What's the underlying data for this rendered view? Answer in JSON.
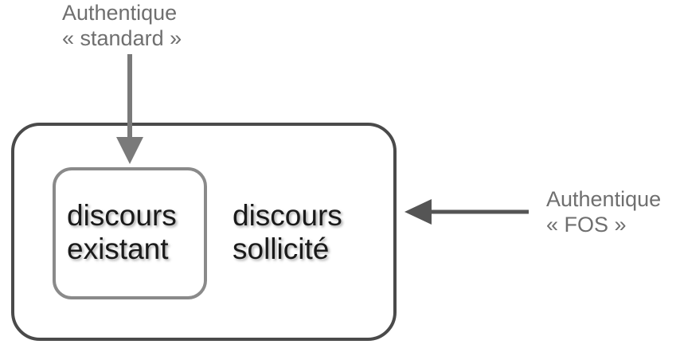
{
  "labels": {
    "standard": [
      "Authentique",
      "« standard »"
    ],
    "fos": [
      "Authentique",
      "« FOS »"
    ]
  },
  "boxes": {
    "inner": [
      "discours",
      "existant"
    ],
    "outer": [
      "discours",
      "sollicité"
    ]
  },
  "colors": {
    "outer_border": "#4a4a4a",
    "inner_border": "#8a8a8a",
    "arrow_standard": "#7a7a7a",
    "arrow_fos": "#555555",
    "label_text": "#6f6f6f"
  }
}
